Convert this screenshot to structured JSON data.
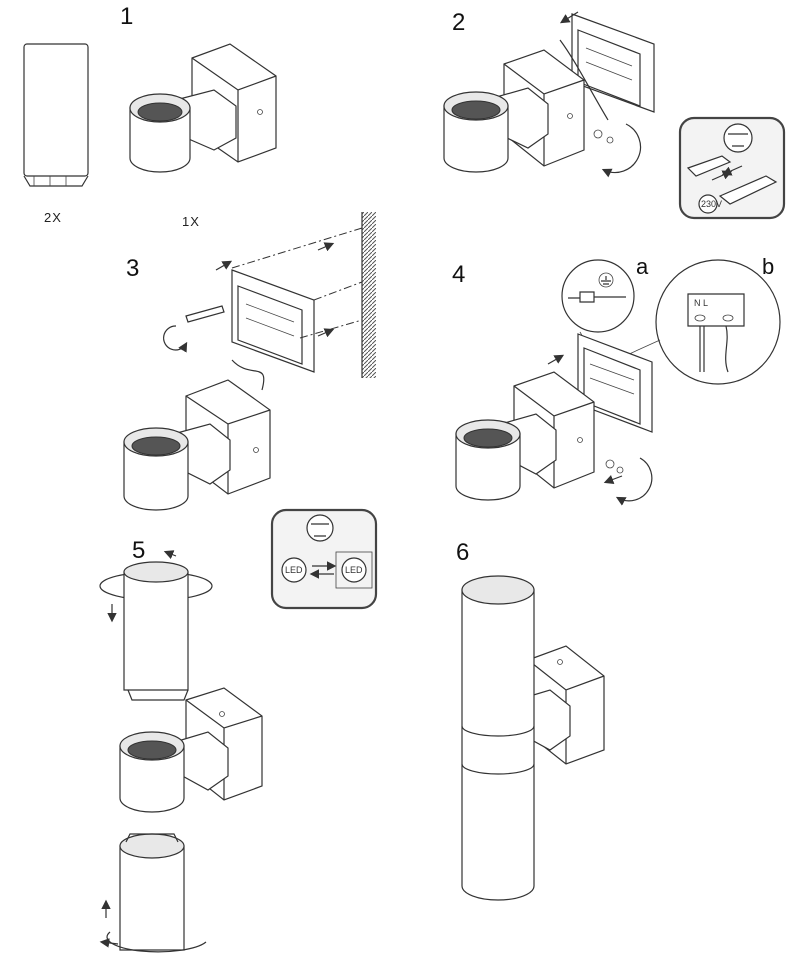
{
  "steps": {
    "s1": {
      "number": "1",
      "qty_glass": "2X",
      "qty_lamp": "1X"
    },
    "s2": {
      "number": "2",
      "info_label": "230V"
    },
    "s3": {
      "number": "3"
    },
    "s4": {
      "number": "4",
      "sub_a": "a",
      "sub_b": "b",
      "terminal_labels": "N L"
    },
    "s5": {
      "number": "5",
      "led_label_1": "LED",
      "led_label_2": "LED"
    },
    "s6": {
      "number": "6"
    }
  },
  "icons": {
    "technician": "technician-icon",
    "rotate_arrow": "rotate-arrow-icon",
    "earth": "earth-ground-icon",
    "swap": "swap-arrows-icon"
  },
  "colors": {
    "line": "#333333",
    "box_fill": "#f3f3f3",
    "wall": "#555555"
  }
}
